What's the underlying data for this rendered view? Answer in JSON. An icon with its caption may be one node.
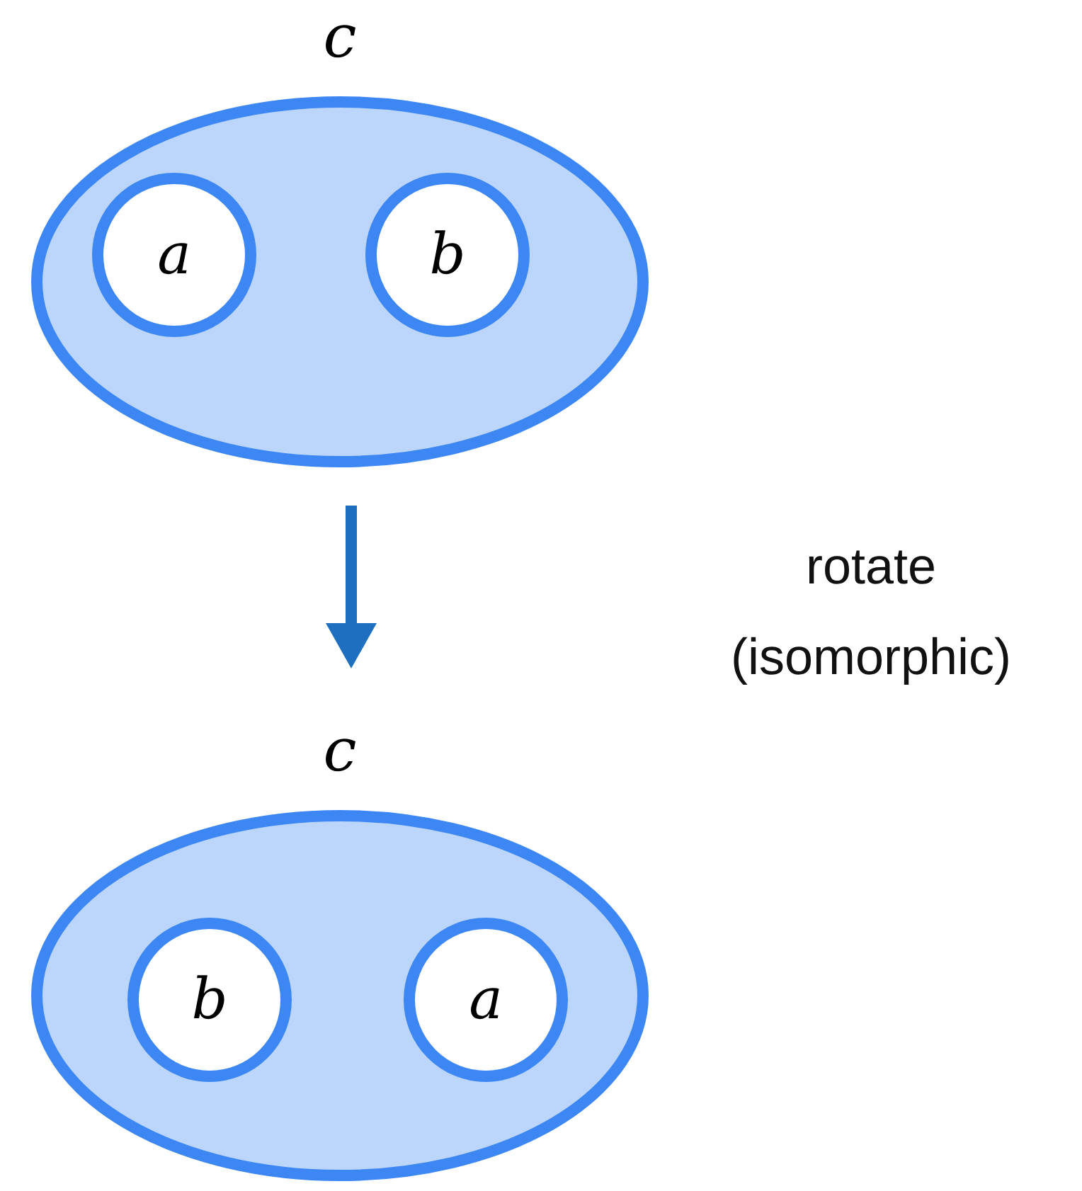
{
  "diagram": {
    "nodes": [
      {
        "text": [
          "c"
        ]
      },
      {
        "text": [
          "a"
        ],
        "in": 0
      },
      {
        "text": [
          "b"
        ],
        "in": 0
      },
      {
        "text": [
          "c"
        ]
      },
      {
        "text": [
          "b"
        ],
        "in": 3
      },
      {
        "text": [
          "a"
        ],
        "in": 3
      }
    ],
    "edges": [
      {
        "from": 0,
        "to": 3,
        "arrow": "to"
      }
    ],
    "labels": [
      "rotate (isomorphic)"
    ]
  }
}
